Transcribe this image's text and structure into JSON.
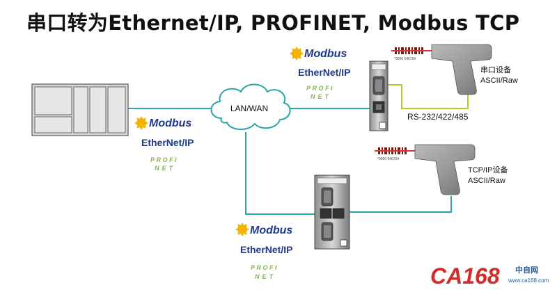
{
  "title": "串口转为Ethernet/IP, PROFINET, Modbus  TCP",
  "network": {
    "cloud_label": "LAN/WAN"
  },
  "protocols": {
    "modbus": "Modbus",
    "ethernetip": "EtherNet/IP",
    "profi": "PROFI",
    "net": "NET"
  },
  "devices": {
    "serial_device": {
      "label_line1": "串口设备",
      "label_line2": "ASCII/Raw",
      "barcode_caption": "*9000 540764"
    },
    "tcp_device": {
      "label_line1": "TCP/IP设备",
      "label_line2": "ASCII/Raw",
      "barcode_caption": "*9000 540764"
    }
  },
  "serial_link_label": "RS-232/422/485",
  "watermark": {
    "brand": "CA168",
    "tagline": "中自网",
    "url": "www.ca168.com"
  },
  "colors": {
    "network_line": "#2aa6a8",
    "serial_line": "#b8c631",
    "modbus_text": "#1f3a8a",
    "modbus_gear": "#f2b200",
    "profi_green": "#7db84a",
    "brand_red": "#d42a2a",
    "brand_blue": "#1e5ba8"
  }
}
